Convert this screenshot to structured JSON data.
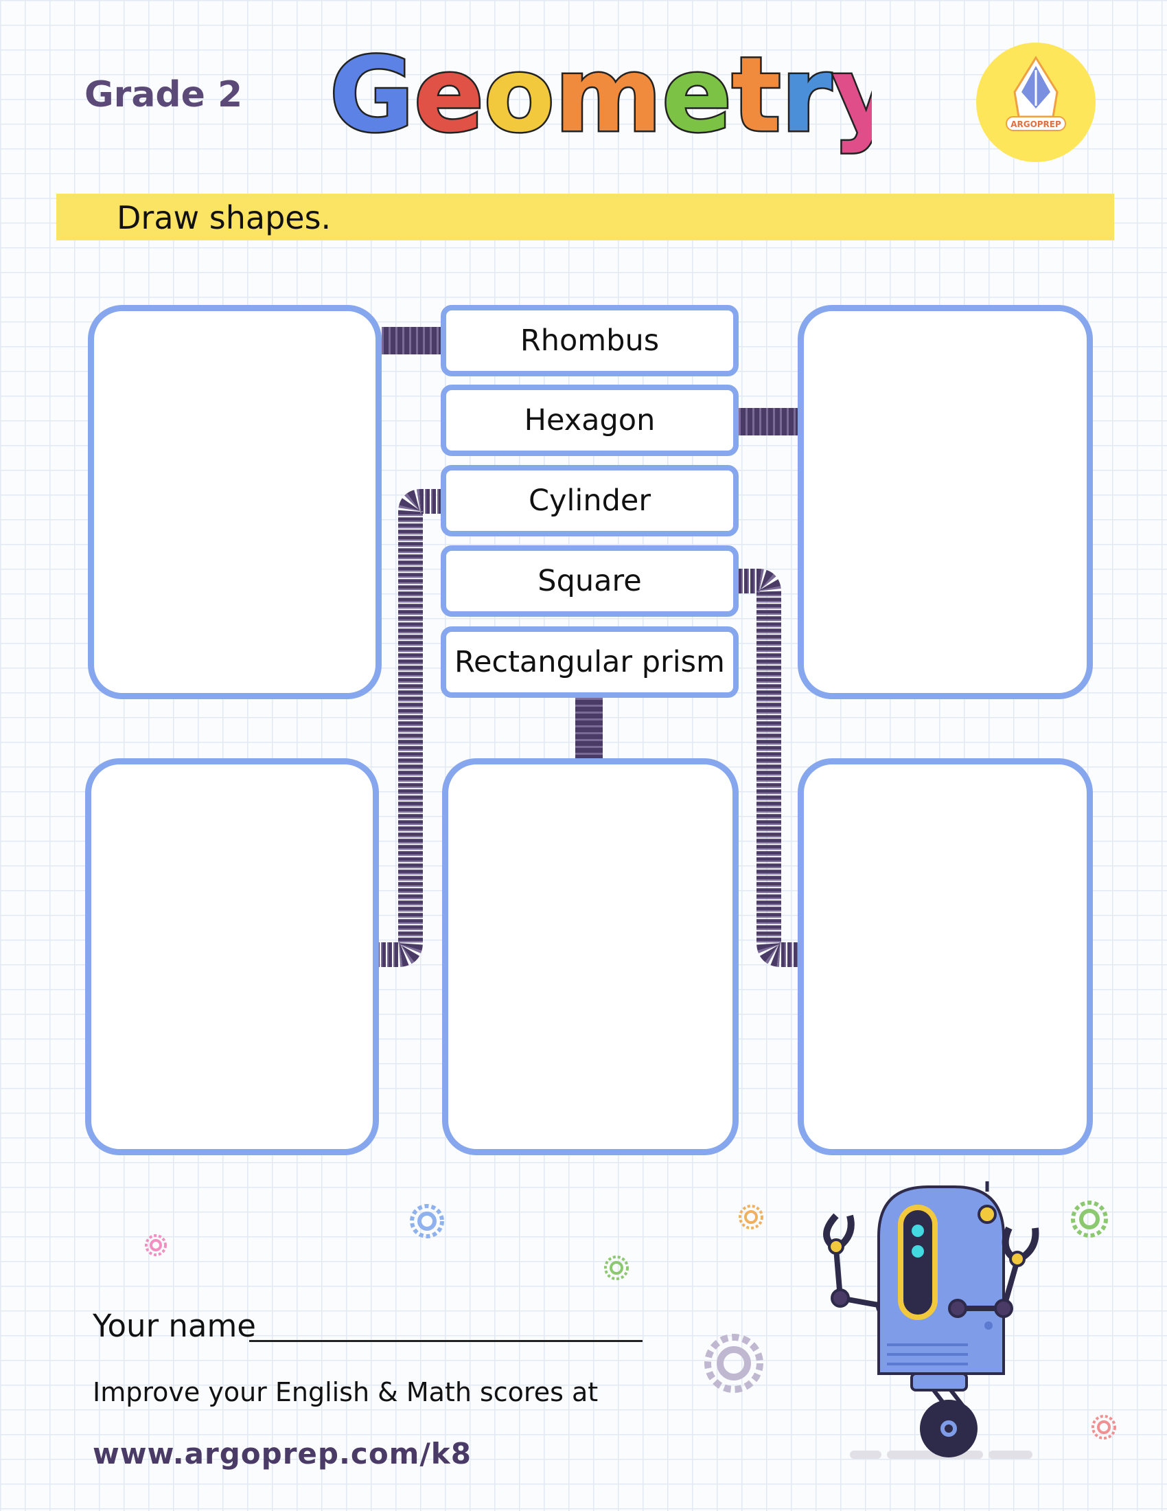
{
  "header": {
    "grade": "Grade 2",
    "title": "Geometry",
    "title_letter_colors": [
      "#5b82e4",
      "#e05246",
      "#f2c93c",
      "#f08a3c",
      "#7cc244",
      "#f08a3c",
      "#4a8fd8",
      "#e04e8a",
      "#8ac040"
    ],
    "logo_text": "ARGOPREP"
  },
  "instruction": "Draw shapes.",
  "shape_labels": [
    "Rhombus",
    "Hexagon",
    "Cylinder",
    "Square",
    "Rectangular prism"
  ],
  "footer": {
    "name_label": "Your name",
    "promo": "Improve your English & Math scores at",
    "url": "www.argoprep.com/k8"
  },
  "colors": {
    "box_border": "#86a6ee",
    "pipe": "#4a3a66",
    "banner": "#fbe463",
    "logo_bg": "#fde65a"
  },
  "icons": [
    "gear-icon",
    "robot-illustration",
    "argoprep-logo-icon"
  ]
}
